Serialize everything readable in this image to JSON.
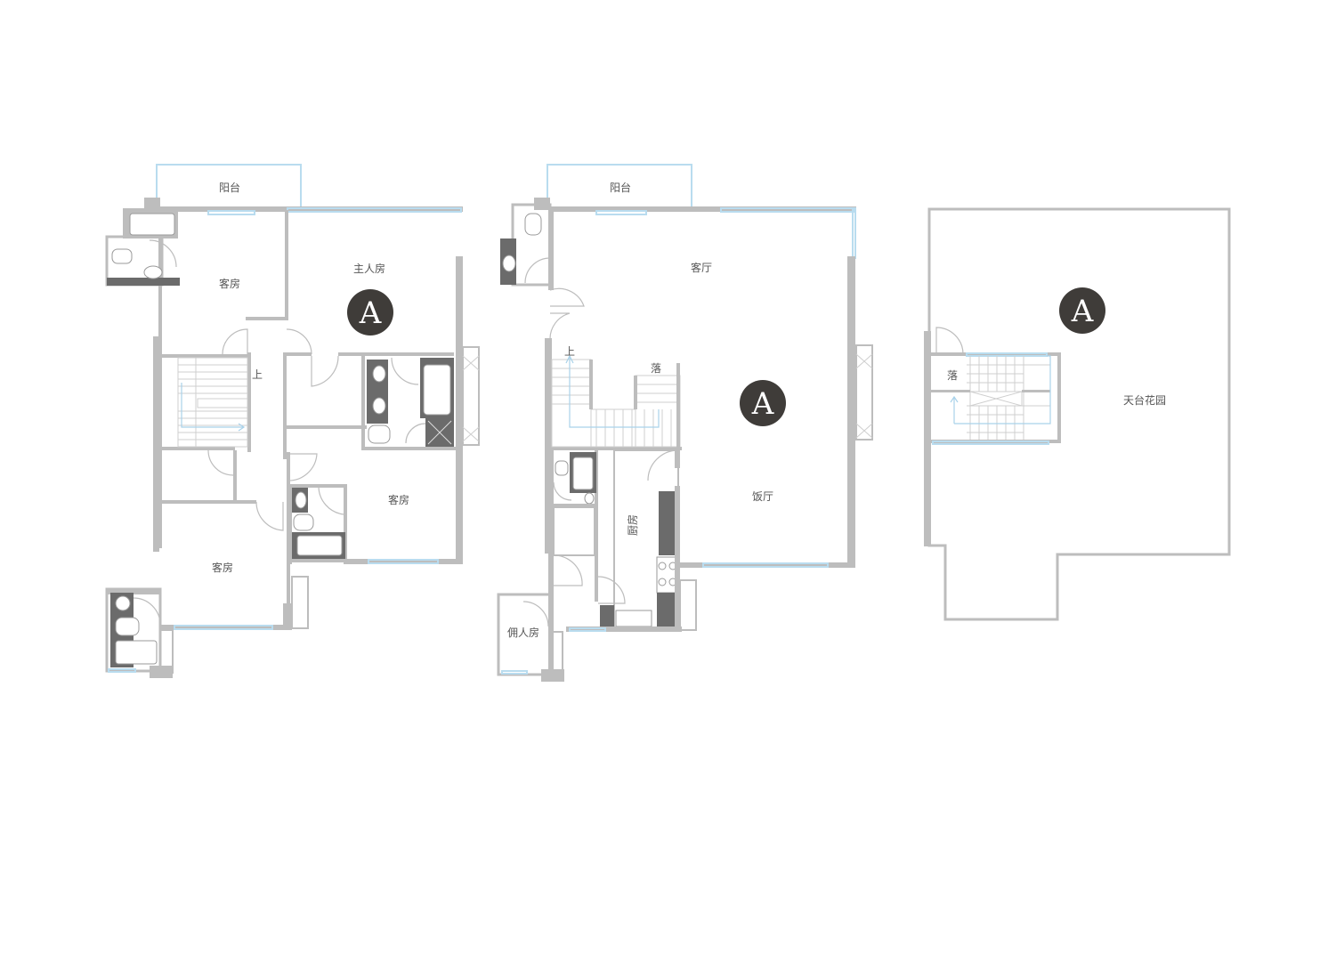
{
  "floor1": {
    "rooms": {
      "balcony": "阳台",
      "guest_room_top": "客房",
      "master_bedroom": "主人房",
      "up": "上",
      "guest_room_right": "客房",
      "guest_room_bottom": "客房"
    },
    "badge": "A"
  },
  "floor2": {
    "rooms": {
      "balcony": "阳台",
      "living_room": "客厅",
      "up": "上",
      "down": "落",
      "dining_room": "饭厅",
      "kitchen": "厨房",
      "maid_room": "佣人房"
    },
    "badge": "A"
  },
  "floor3": {
    "rooms": {
      "down": "落",
      "roof_garden": "天台花园"
    },
    "badge": "A"
  },
  "colors": {
    "wall": "#bdbdbd",
    "glass": "#b9dcef",
    "fixture": "#6b6b6b",
    "badge": "#3f3c39"
  }
}
